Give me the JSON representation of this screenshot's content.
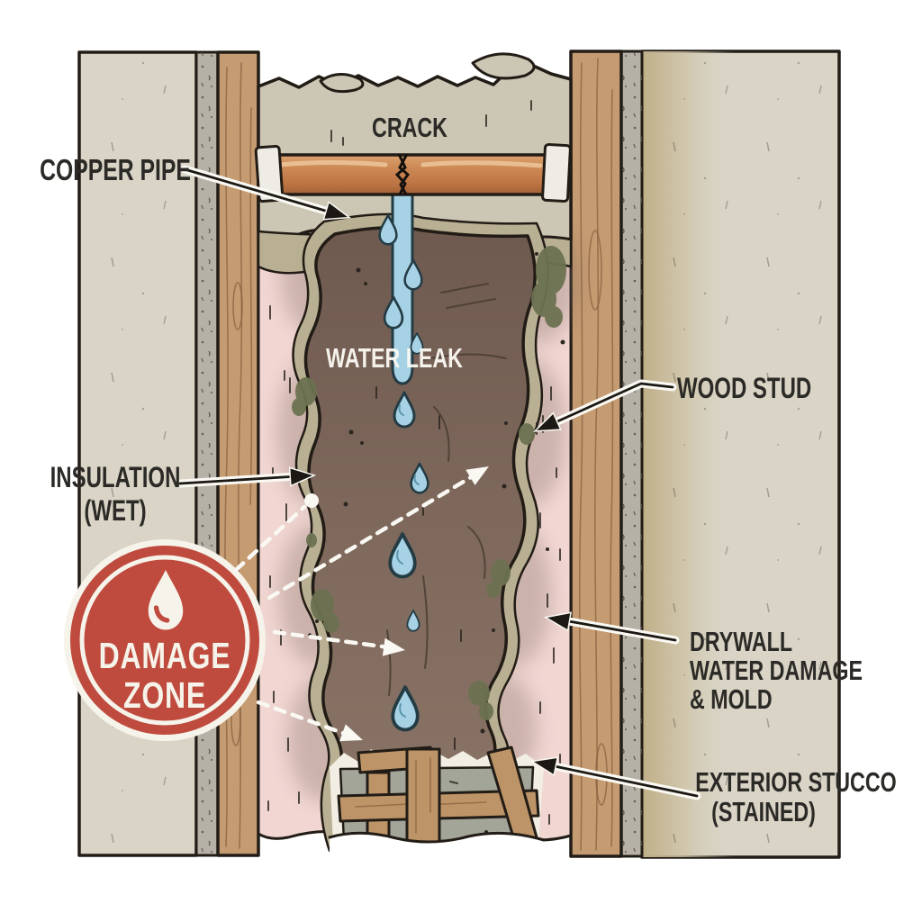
{
  "meta": {
    "description": "Cutaway illustration of an exterior wall showing hidden water damage from a cracked copper pipe"
  },
  "labels": {
    "crack": "CRACK",
    "copper_pipe": "COPPER PIPE",
    "water_leak": "WATER LEAK",
    "wood_stud": "WOOD STUD",
    "insulation": {
      "line1": "INSULATION",
      "line2": "(WET)"
    },
    "drywall": {
      "line1": "DRYWALL",
      "line2": "WATER DAMAGE",
      "line3": "& MOLD"
    },
    "exterior_stucco": {
      "line1": "EXTERIOR STUCCO",
      "line2": "(STAINED)"
    }
  },
  "badge": {
    "line1": "DAMAGE",
    "line2": "ZONE",
    "icon": "water-droplet-icon"
  },
  "colors": {
    "background": "#ffffff",
    "stucco": "#d9d4c6",
    "stucco_stain": "#bfae87",
    "concrete": "#b6b1a6",
    "wood": "#c59b71",
    "wood_grain": "#8a6342",
    "cavity_top": "#ccc7b4",
    "insulation_pink": "#f1d6d2",
    "wet_zone_dark": "#6f5a50",
    "wet_zone_light": "#8b7567",
    "stain_edge_tan": "#b9af93",
    "mold_green": "#6c7251",
    "water_blue": "#a7d2e6",
    "copper": "#c57c48",
    "badge_red": "#bf4b3e",
    "ink": "#221c16",
    "label_text": "#2b2a26"
  }
}
